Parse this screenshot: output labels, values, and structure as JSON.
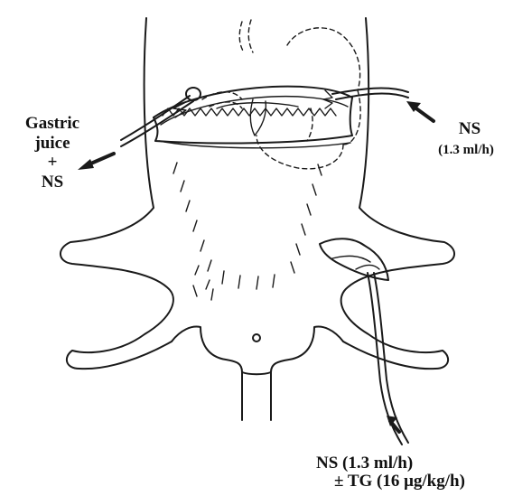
{
  "labels": {
    "outflow_gastric": "Gastric",
    "outflow_juice": "juice",
    "outflow_plus": "+",
    "outflow_ns": "NS",
    "inflow_ns": "NS",
    "inflow_rate": "(1.3 ml/h)",
    "infusion_line1": "NS (1.3 ml/h)",
    "infusion_line2": "± TG (16 μg/kg/h)"
  },
  "colors": {
    "line": "#1a1a1a",
    "background": "#ffffff"
  }
}
